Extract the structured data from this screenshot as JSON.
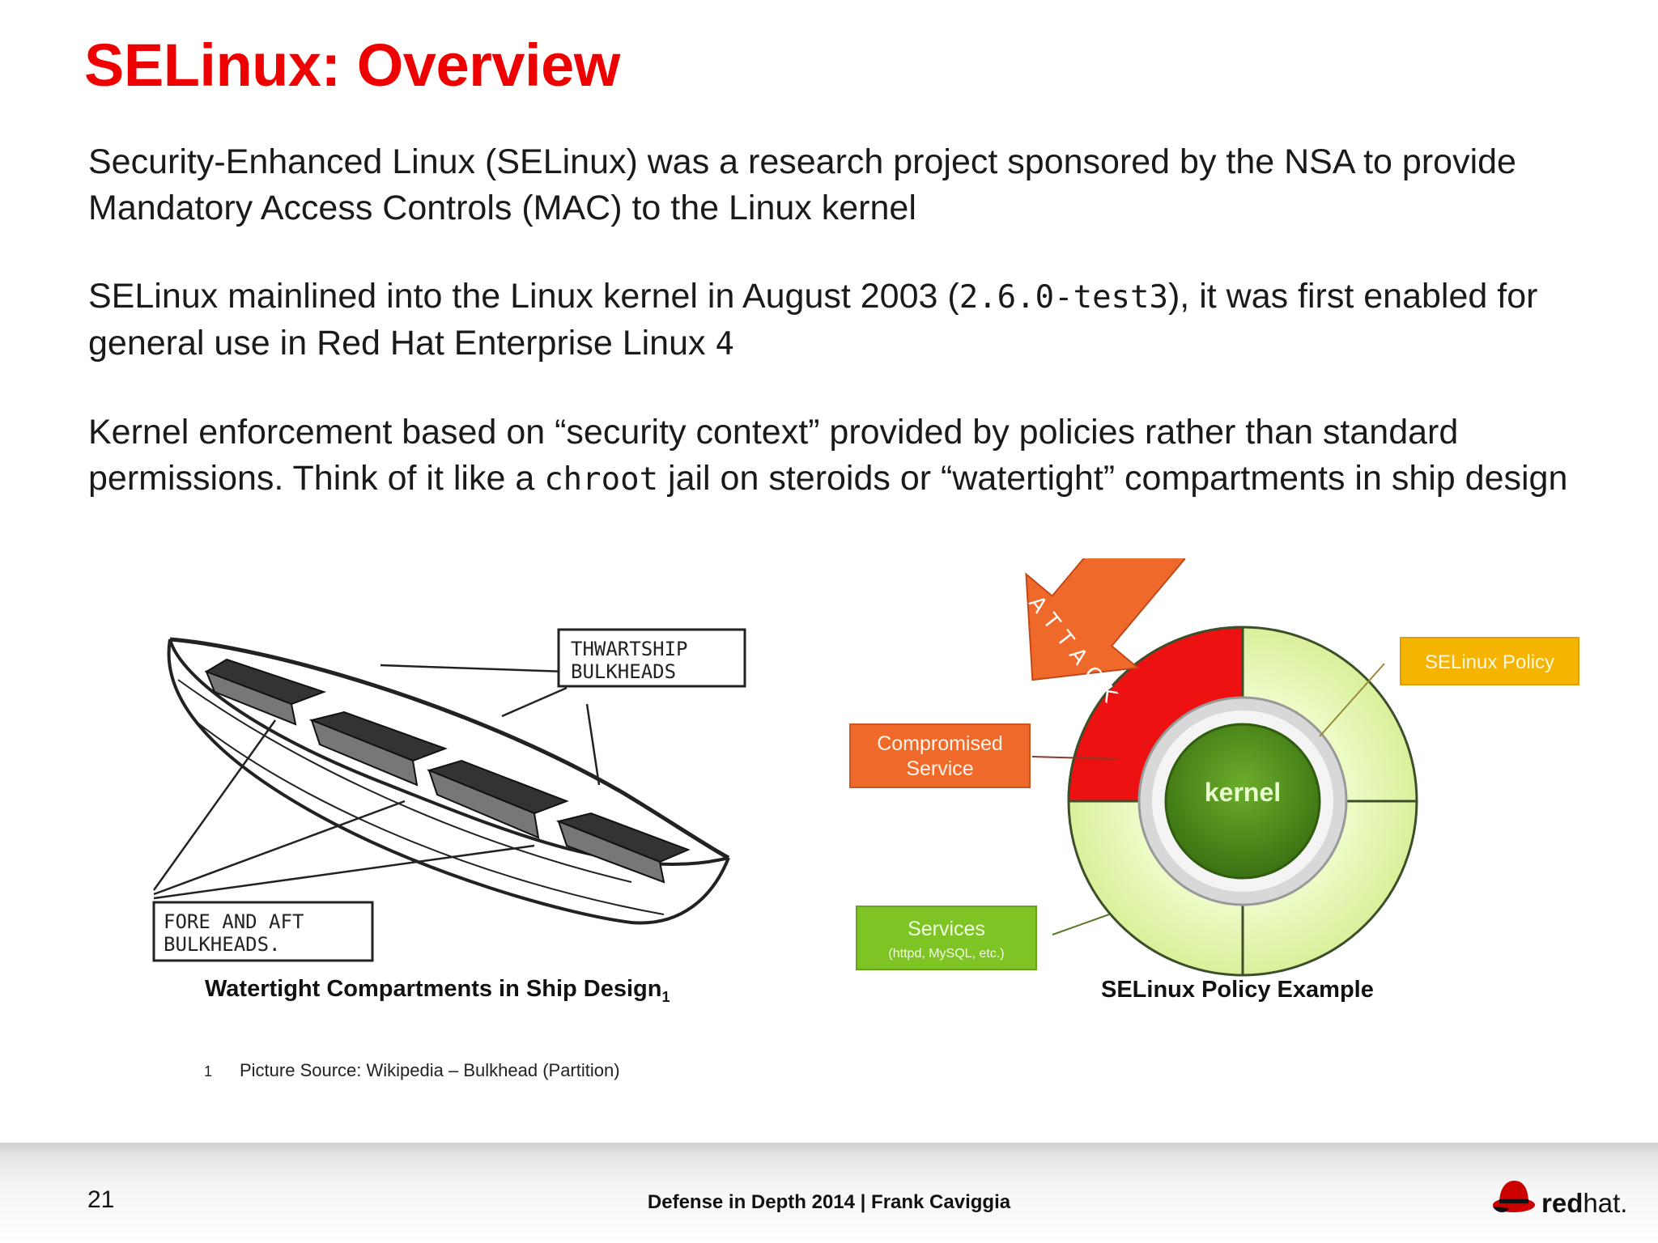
{
  "title": "SELinux: Overview",
  "paragraphs": {
    "p1": "Security-Enhanced Linux (SELinux) was a research project sponsored by the NSA to provide Mandatory Access Controls (MAC) to the Linux kernel",
    "p2_a": "SELinux mainlined into the Linux kernel in August 2003 (",
    "p2_code": "2.6.0-test3",
    "p2_b": "), it was first enabled for general use in Red Hat Enterprise Linux ",
    "p2_num": "4",
    "p3_a": "Kernel enforcement based on “security context” provided by policies rather than standard permissions. Think of it like a ",
    "p3_code": "chroot",
    "p3_b": " jail on steroids or “watertight” compartments in ship design"
  },
  "ship_figure": {
    "label_thwartship_1": "THWARTSHIP",
    "label_thwartship_2": "BULKHEADS",
    "label_fore_1": "FORE AND AFT",
    "label_fore_2": "BULKHEADS.",
    "caption": "Watertight Compartments in Ship Design",
    "caption_sub": "1"
  },
  "policy_figure": {
    "attack_label": "ATTACK",
    "kernel_label": "kernel",
    "selinux_policy_label": "SELinux Policy",
    "compromised_label_1": "Compromised",
    "compromised_label_2": "Service",
    "services_label": "Services",
    "services_sub": "(httpd, MySQL, etc.)",
    "caption": "SELinux Policy Example",
    "colors": {
      "ring": "#e4f7b3",
      "compromised": "#ee1111",
      "kernel": "#4c8a1a",
      "orange": "#ef6a2a",
      "gold": "#f5b400",
      "green_label": "#7dc424"
    }
  },
  "footnote": {
    "num": "1",
    "text": "Picture Source: Wikipedia – Bulkhead (Partition)"
  },
  "footer": {
    "slide_number": "21",
    "text": "Defense in Depth 2014 | Frank Caviggia",
    "logo_red": "red",
    "logo_hat": "hat."
  }
}
